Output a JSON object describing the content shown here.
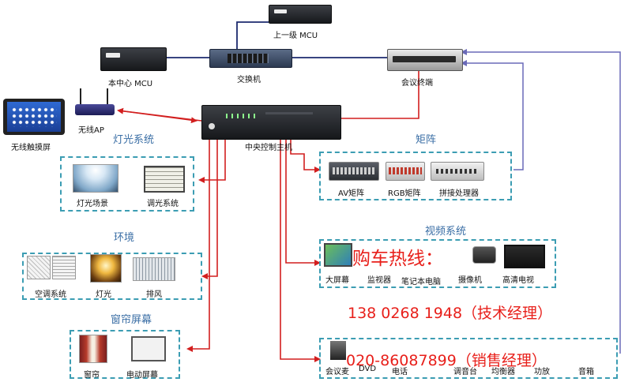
{
  "nodes": {
    "upper_mcu": "上一级 MCU",
    "local_mcu": "本中心 MCU",
    "switch": "交换机",
    "conference_terminal": "会议终端",
    "wireless_ap": "无线AP",
    "wireless_touch_screen": "无线触摸屏",
    "central_controller": "中央控制主机"
  },
  "sections": {
    "lighting": {
      "title": "灯光系统",
      "items": [
        "灯光场景",
        "调光系统"
      ]
    },
    "matrix": {
      "title": "矩阵",
      "items": [
        "AV矩阵",
        "RGB矩阵",
        "拼接处理器"
      ]
    },
    "environment": {
      "title": "环境",
      "items": [
        "空调系统",
        "灯光",
        "排风"
      ]
    },
    "video": {
      "title": "视频系统",
      "items": [
        "大屏幕",
        "监视器",
        "笔记本电脑",
        "摄像机",
        "高清电视"
      ]
    },
    "curtain": {
      "title": "窗帘屏幕",
      "items": [
        "窗帘",
        "电动屏幕"
      ]
    },
    "audio": {
      "items": [
        "会议麦",
        "DVD",
        "电话",
        "调音台",
        "均衡器",
        "功放",
        "音箱"
      ]
    }
  },
  "promo": {
    "hotline": "购车热线：",
    "tech_phone": "138 0268 1948（技术经理）",
    "sales_phone": "020-86087899（销售经理）"
  },
  "colors": {
    "network_line": "#1c2a6e",
    "control_line": "#d21f1f",
    "feedback_line": "#6a6ab8",
    "section_border": "#3c9db3",
    "section_title": "#3a6ea5",
    "promo_text": "#e8201b"
  }
}
